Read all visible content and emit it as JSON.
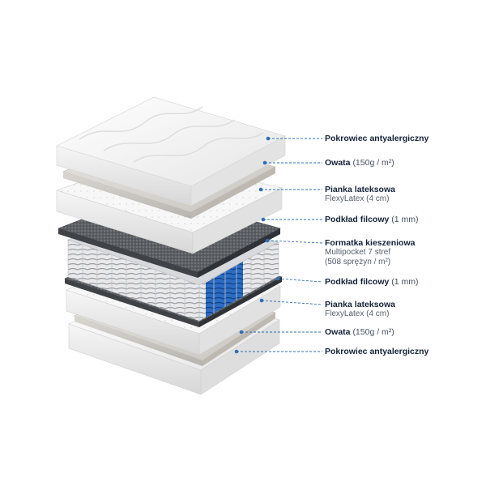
{
  "layers": [
    {
      "title": "Pokrowiec antyalergiczny",
      "detail": "",
      "sub": []
    },
    {
      "title": "Owata",
      "detail": "(150g / m²)",
      "sub": []
    },
    {
      "title": "Pianka lateksowa",
      "detail": "",
      "sub": [
        "FlexyLatex (4 cm)"
      ]
    },
    {
      "title": "Podkład filcowy",
      "detail": "(1 mm)",
      "sub": []
    },
    {
      "title": "Formatka kieszeniowa",
      "detail": "",
      "sub": [
        "Multipocket 7 stref",
        "(508 sprężyn / m²)"
      ]
    },
    {
      "title": "Podkład filcowy",
      "detail": "(1 mm)",
      "sub": []
    },
    {
      "title": "Pianka lateksowa",
      "detail": "",
      "sub": [
        "FlexyLatex (4 cm)"
      ]
    },
    {
      "title": "Owata",
      "detail": "(150g / m²)",
      "sub": []
    },
    {
      "title": "Pokrowiec antyalergiczny",
      "detail": "",
      "sub": []
    }
  ],
  "colors": {
    "leader_line": "#2f6fb7",
    "text_title": "#142236",
    "spring_blue": "#1f5fb5",
    "felt": "#5a5d62",
    "cover": "#f4f4f4",
    "wadding": "#d9d6d2"
  }
}
